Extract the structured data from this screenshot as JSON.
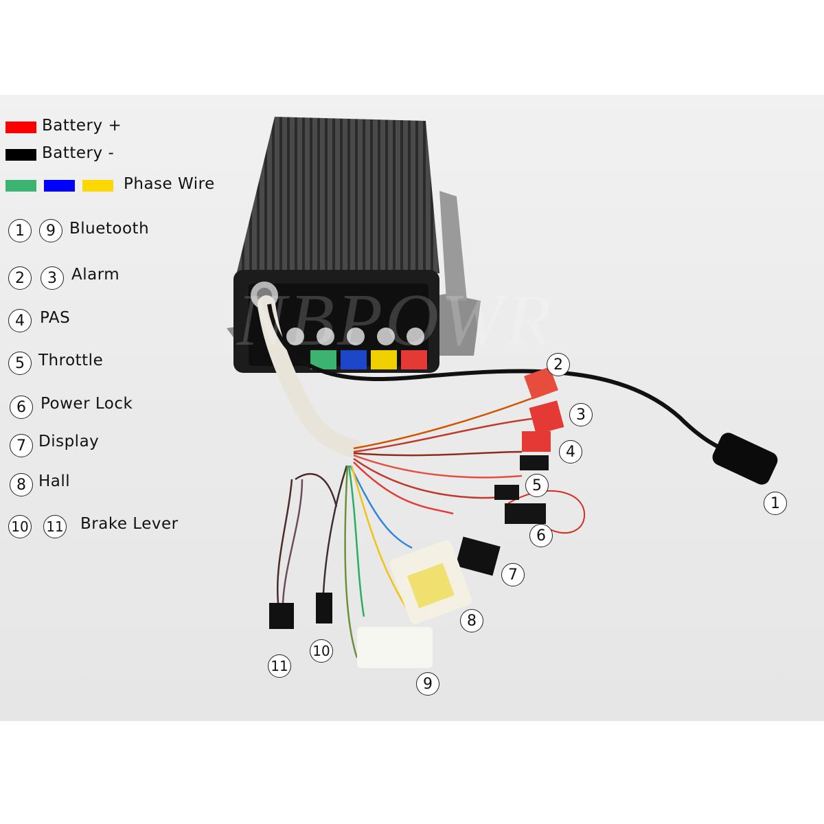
{
  "legend": {
    "battery_plus": {
      "label": "Battery +",
      "color": "#ff0000"
    },
    "battery_minus": {
      "label": "Battery -",
      "color": "#000000"
    },
    "phase_wire": {
      "label": "Phase Wire",
      "colors": [
        "#3cb371",
        "#0000ff",
        "#ffd700"
      ]
    },
    "items": [
      {
        "numbers": [
          "1",
          "9"
        ],
        "label": "Bluetooth"
      },
      {
        "numbers": [
          "2",
          "3"
        ],
        "label": "Alarm"
      },
      {
        "numbers": [
          "4"
        ],
        "label": "PAS"
      },
      {
        "numbers": [
          "5"
        ],
        "label": "Throttle"
      },
      {
        "numbers": [
          "6"
        ],
        "label": "Power Lock"
      },
      {
        "numbers": [
          "7"
        ],
        "label": "Display"
      },
      {
        "numbers": [
          "8"
        ],
        "label": "Hall"
      },
      {
        "numbers": [
          "10",
          "11"
        ],
        "label": "Brake Lever"
      }
    ]
  },
  "callouts": [
    "1",
    "2",
    "3",
    "4",
    "5",
    "6",
    "7",
    "8",
    "9",
    "10",
    "11"
  ],
  "watermark": "NBPOWR"
}
